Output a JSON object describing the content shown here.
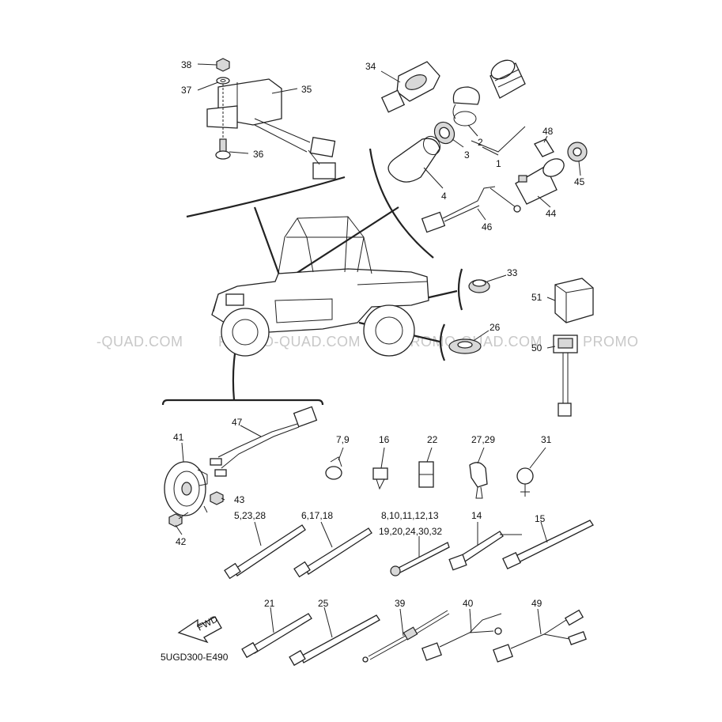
{
  "watermark": [
    "-QUAD.COM",
    "PROMO-QUAD.COM",
    "PROMO-QUAD.COM",
    "PROMO"
  ],
  "labels": {
    "p1": "1",
    "p2": "2",
    "p3": "3",
    "p4": "4",
    "p21": "21",
    "p25": "25",
    "p26": "26",
    "p33": "33",
    "p34": "34",
    "p35": "35",
    "p36": "36",
    "p37": "37",
    "p38": "38",
    "p39": "39",
    "p40": "40",
    "p41": "41",
    "p42": "42",
    "p43": "43",
    "p44": "44",
    "p45": "45",
    "p46": "46",
    "p47": "47",
    "p48": "48",
    "p49": "49",
    "p50": "50",
    "p51": "51",
    "p7_9": "7,9",
    "p16": "16",
    "p22": "22",
    "p27_29": "27,29",
    "p31": "31",
    "p5_23_28": "5,23,28",
    "p6_17_18": "6,17,18",
    "p8_13": "8,10,11,12,13",
    "p19_32": "19,20,24,30,32",
    "p14": "14",
    "p15": "15"
  },
  "fwd_label": "FWD",
  "diagram_code": "5UGD300-E490"
}
